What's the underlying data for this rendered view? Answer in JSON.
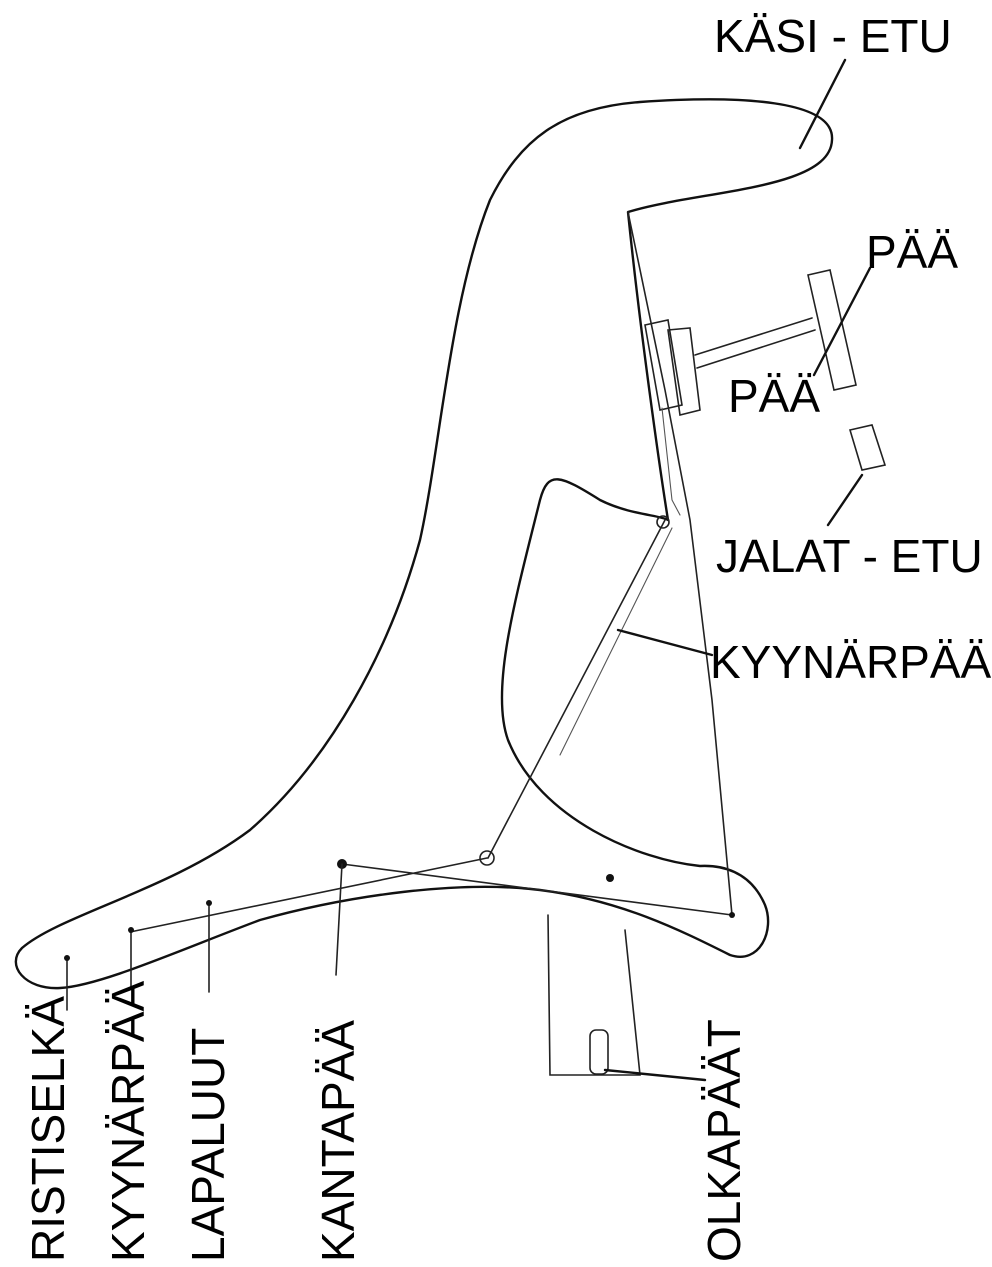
{
  "labels": {
    "kasi_etu": "KÄSI - ETU",
    "paa_top": "PÄÄ",
    "paa_mid": "PÄÄ",
    "jalat_etu": "JALAT - ETU",
    "kyynarpaa_right": "KYYNÄRPÄÄ",
    "ristiselka": "RISTISELKÄ",
    "kyynarpaa_bottom": "KYYNÄRPÄÄ",
    "lapaluut": "LAPALUUT",
    "kantapaa": "KANTAPÄÄ",
    "olkapaat": "OLKAPÄÄT"
  }
}
